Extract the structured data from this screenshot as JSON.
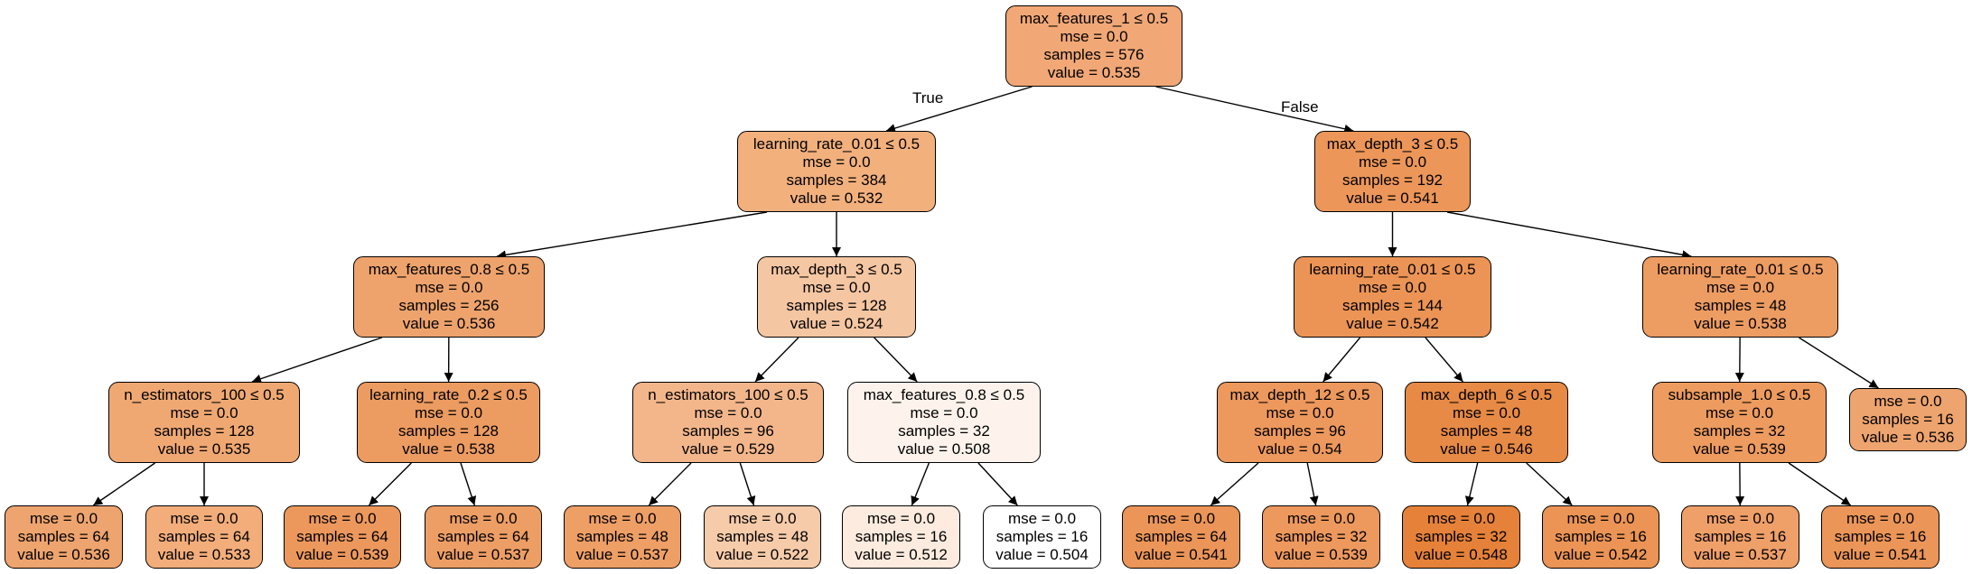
{
  "edge_labels": {
    "true_label": "True",
    "false_label": "False"
  },
  "nodes": [
    {
      "id": "n0",
      "fill": "#f1a876",
      "lines": [
        "max_features_1 ≤ 0.5",
        "mse = 0.0",
        "samples = 576",
        "value = 0.535"
      ]
    },
    {
      "id": "n1",
      "fill": "#f2b07d",
      "lines": [
        "learning_rate_0.01 ≤ 0.5",
        "mse = 0.0",
        "samples = 384",
        "value = 0.532"
      ]
    },
    {
      "id": "n2",
      "fill": "#ec9659",
      "lines": [
        "max_depth_3 ≤ 0.5",
        "mse = 0.0",
        "samples = 192",
        "value = 0.541"
      ]
    },
    {
      "id": "n3",
      "fill": "#eea36d",
      "lines": [
        "max_features_0.8 ≤ 0.5",
        "mse = 0.0",
        "samples = 256",
        "value = 0.536"
      ]
    },
    {
      "id": "n4",
      "fill": "#f5c6a2",
      "lines": [
        "max_depth_3 ≤ 0.5",
        "mse = 0.0",
        "samples = 128",
        "value = 0.524"
      ]
    },
    {
      "id": "n5",
      "fill": "#eb9455",
      "lines": [
        "learning_rate_0.01 ≤ 0.5",
        "mse = 0.0",
        "samples = 144",
        "value = 0.542"
      ]
    },
    {
      "id": "n6",
      "fill": "#ed9c62",
      "lines": [
        "learning_rate_0.01 ≤ 0.5",
        "mse = 0.0",
        "samples = 48",
        "value = 0.538"
      ]
    },
    {
      "id": "n7",
      "fill": "#f0a873",
      "lines": [
        "n_estimators_100 ≤ 0.5",
        "mse = 0.0",
        "samples = 128",
        "value = 0.535"
      ]
    },
    {
      "id": "n8",
      "fill": "#ec9b61",
      "lines": [
        "learning_rate_0.2 ≤ 0.5",
        "mse = 0.0",
        "samples = 128",
        "value = 0.538"
      ]
    },
    {
      "id": "n9",
      "fill": "#f3b68b",
      "lines": [
        "n_estimators_100 ≤ 0.5",
        "mse = 0.0",
        "samples = 96",
        "value = 0.529"
      ]
    },
    {
      "id": "n10",
      "fill": "#fdf3ec",
      "lines": [
        "max_features_0.8 ≤ 0.5",
        "mse = 0.0",
        "samples = 32",
        "value = 0.508"
      ]
    },
    {
      "id": "n11",
      "fill": "#ed985c",
      "lines": [
        "max_depth_12 ≤ 0.5",
        "mse = 0.0",
        "samples = 96",
        "value = 0.54"
      ]
    },
    {
      "id": "n12",
      "fill": "#e78a45",
      "lines": [
        "max_depth_6 ≤ 0.5",
        "mse = 0.0",
        "samples = 48",
        "value = 0.546"
      ]
    },
    {
      "id": "n13",
      "fill": "#ed9b5f",
      "lines": [
        "subsample_1.0 ≤ 0.5",
        "mse = 0.0",
        "samples = 32",
        "value = 0.539"
      ]
    },
    {
      "id": "n14",
      "fill": "#eea46e",
      "lines": [
        "mse = 0.0",
        "samples = 16",
        "value = 0.536"
      ]
    },
    {
      "id": "n15",
      "fill": "#eea46e",
      "lines": [
        "mse = 0.0",
        "samples = 64",
        "value = 0.536"
      ]
    },
    {
      "id": "n16",
      "fill": "#f2ad7a",
      "lines": [
        "mse = 0.0",
        "samples = 64",
        "value = 0.533"
      ]
    },
    {
      "id": "n17",
      "fill": "#ec985d",
      "lines": [
        "mse = 0.0",
        "samples = 64",
        "value = 0.539"
      ]
    },
    {
      "id": "n18",
      "fill": "#ed9e65",
      "lines": [
        "mse = 0.0",
        "samples = 64",
        "value = 0.537"
      ]
    },
    {
      "id": "n19",
      "fill": "#ee9f66",
      "lines": [
        "mse = 0.0",
        "samples = 48",
        "value = 0.537"
      ]
    },
    {
      "id": "n20",
      "fill": "#f6cba9",
      "lines": [
        "mse = 0.0",
        "samples = 48",
        "value = 0.522"
      ]
    },
    {
      "id": "n21",
      "fill": "#fcebde",
      "lines": [
        "mse = 0.0",
        "samples = 16",
        "value = 0.512"
      ]
    },
    {
      "id": "n22",
      "fill": "#ffffff",
      "lines": [
        "mse = 0.0",
        "samples = 16",
        "value = 0.504"
      ]
    },
    {
      "id": "n23",
      "fill": "#eb9558",
      "lines": [
        "mse = 0.0",
        "samples = 64",
        "value = 0.541"
      ]
    },
    {
      "id": "n24",
      "fill": "#ed985d",
      "lines": [
        "mse = 0.0",
        "samples = 32",
        "value = 0.539"
      ]
    },
    {
      "id": "n25",
      "fill": "#e58139",
      "lines": [
        "mse = 0.0",
        "samples = 32",
        "value = 0.548"
      ]
    },
    {
      "id": "n26",
      "fill": "#eb9455",
      "lines": [
        "mse = 0.0",
        "samples = 16",
        "value = 0.542"
      ]
    },
    {
      "id": "n27",
      "fill": "#ef9f68",
      "lines": [
        "mse = 0.0",
        "samples = 16",
        "value = 0.537"
      ]
    },
    {
      "id": "n28",
      "fill": "#eb9558",
      "lines": [
        "mse = 0.0",
        "samples = 16",
        "value = 0.541"
      ]
    }
  ],
  "edges": [
    [
      "n0",
      "n1"
    ],
    [
      "n0",
      "n2"
    ],
    [
      "n1",
      "n3"
    ],
    [
      "n1",
      "n4"
    ],
    [
      "n2",
      "n5"
    ],
    [
      "n2",
      "n6"
    ],
    [
      "n3",
      "n7"
    ],
    [
      "n3",
      "n8"
    ],
    [
      "n4",
      "n9"
    ],
    [
      "n4",
      "n10"
    ],
    [
      "n5",
      "n11"
    ],
    [
      "n5",
      "n12"
    ],
    [
      "n6",
      "n13"
    ],
    [
      "n6",
      "n14"
    ],
    [
      "n7",
      "n15"
    ],
    [
      "n7",
      "n16"
    ],
    [
      "n8",
      "n17"
    ],
    [
      "n8",
      "n18"
    ],
    [
      "n9",
      "n19"
    ],
    [
      "n9",
      "n20"
    ],
    [
      "n10",
      "n21"
    ],
    [
      "n10",
      "n22"
    ],
    [
      "n11",
      "n23"
    ],
    [
      "n11",
      "n24"
    ],
    [
      "n12",
      "n25"
    ],
    [
      "n12",
      "n26"
    ],
    [
      "n13",
      "n27"
    ],
    [
      "n13",
      "n28"
    ]
  ]
}
